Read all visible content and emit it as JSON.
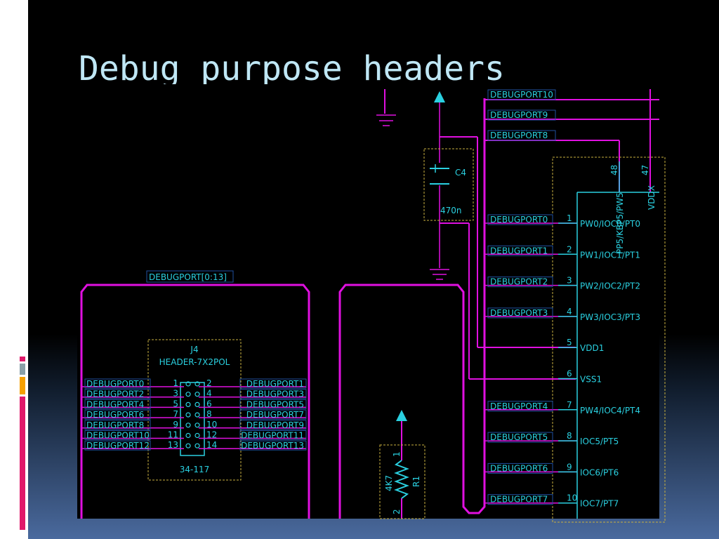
{
  "slide": {
    "title": "Debug purpose headers",
    "colors": {
      "background": "#000000",
      "bottom_gradient": "#4a6a9e",
      "title": "#bfe7f5",
      "wire": "#e010e0",
      "label": "#2ad0e0",
      "accent_pink": "#e0186a",
      "accent_orange": "#f5a000",
      "accent_gray": "#8aa0a8"
    }
  },
  "schematic": {
    "bus_label": "DEBUGPORT[0:13]",
    "capacitor": {
      "ref": "C4",
      "value": "470n"
    },
    "resistor": {
      "ref": "R1",
      "value": "4K7",
      "pin1": "1",
      "pin2": "2"
    },
    "header": {
      "ref": "J4",
      "type": "HEADER-7X2POL",
      "part": "34-117",
      "left_nets": [
        "DEBUGPORT0",
        "DEBUGPORT2",
        "DEBUGPORT4",
        "DEBUGPORT6",
        "DEBUGPORT8",
        "DEBUGPORT10",
        "DEBUGPORT12"
      ],
      "left_pins": [
        "1",
        "3",
        "5",
        "7",
        "9",
        "11",
        "13"
      ],
      "right_nets": [
        "DEBUGPORT1",
        "DEBUGPORT3",
        "DEBUGPORT5",
        "DEBUGPORT7",
        "DEBUGPORT9",
        "DEBUGPORT11",
        "DEBUGPORT13"
      ],
      "right_pins": [
        "2",
        "4",
        "6",
        "8",
        "10",
        "12",
        "14"
      ]
    },
    "top_nets": [
      "DEBUGPORT10",
      "DEBUGPORT9",
      "DEBUGPORT8"
    ],
    "ic": {
      "top_pins": [
        {
          "num": "48",
          "name": "PP5/KBP5/PW5"
        },
        {
          "num": "47",
          "name": "VDDX"
        }
      ],
      "pins": [
        {
          "net": "DEBUGPORT0",
          "num": "1",
          "name": "PW0/IOC0/PT0"
        },
        {
          "net": "DEBUGPORT1",
          "num": "2",
          "name": "PW1/IOC1/PT1"
        },
        {
          "net": "DEBUGPORT2",
          "num": "3",
          "name": "PW2/IOC2/PT2"
        },
        {
          "net": "DEBUGPORT3",
          "num": "4",
          "name": "PW3/IOC3/PT3"
        },
        {
          "net": "",
          "num": "5",
          "name": "VDD1"
        },
        {
          "net": "",
          "num": "6",
          "name": "VSS1"
        },
        {
          "net": "DEBUGPORT4",
          "num": "7",
          "name": "PW4/IOC4/PT4"
        },
        {
          "net": "DEBUGPORT5",
          "num": "8",
          "name": "IOC5/PT5"
        },
        {
          "net": "DEBUGPORT6",
          "num": "9",
          "name": "IOC6/PT6"
        },
        {
          "net": "DEBUGPORT7",
          "num": "10",
          "name": "IOC7/PT7"
        }
      ]
    }
  }
}
